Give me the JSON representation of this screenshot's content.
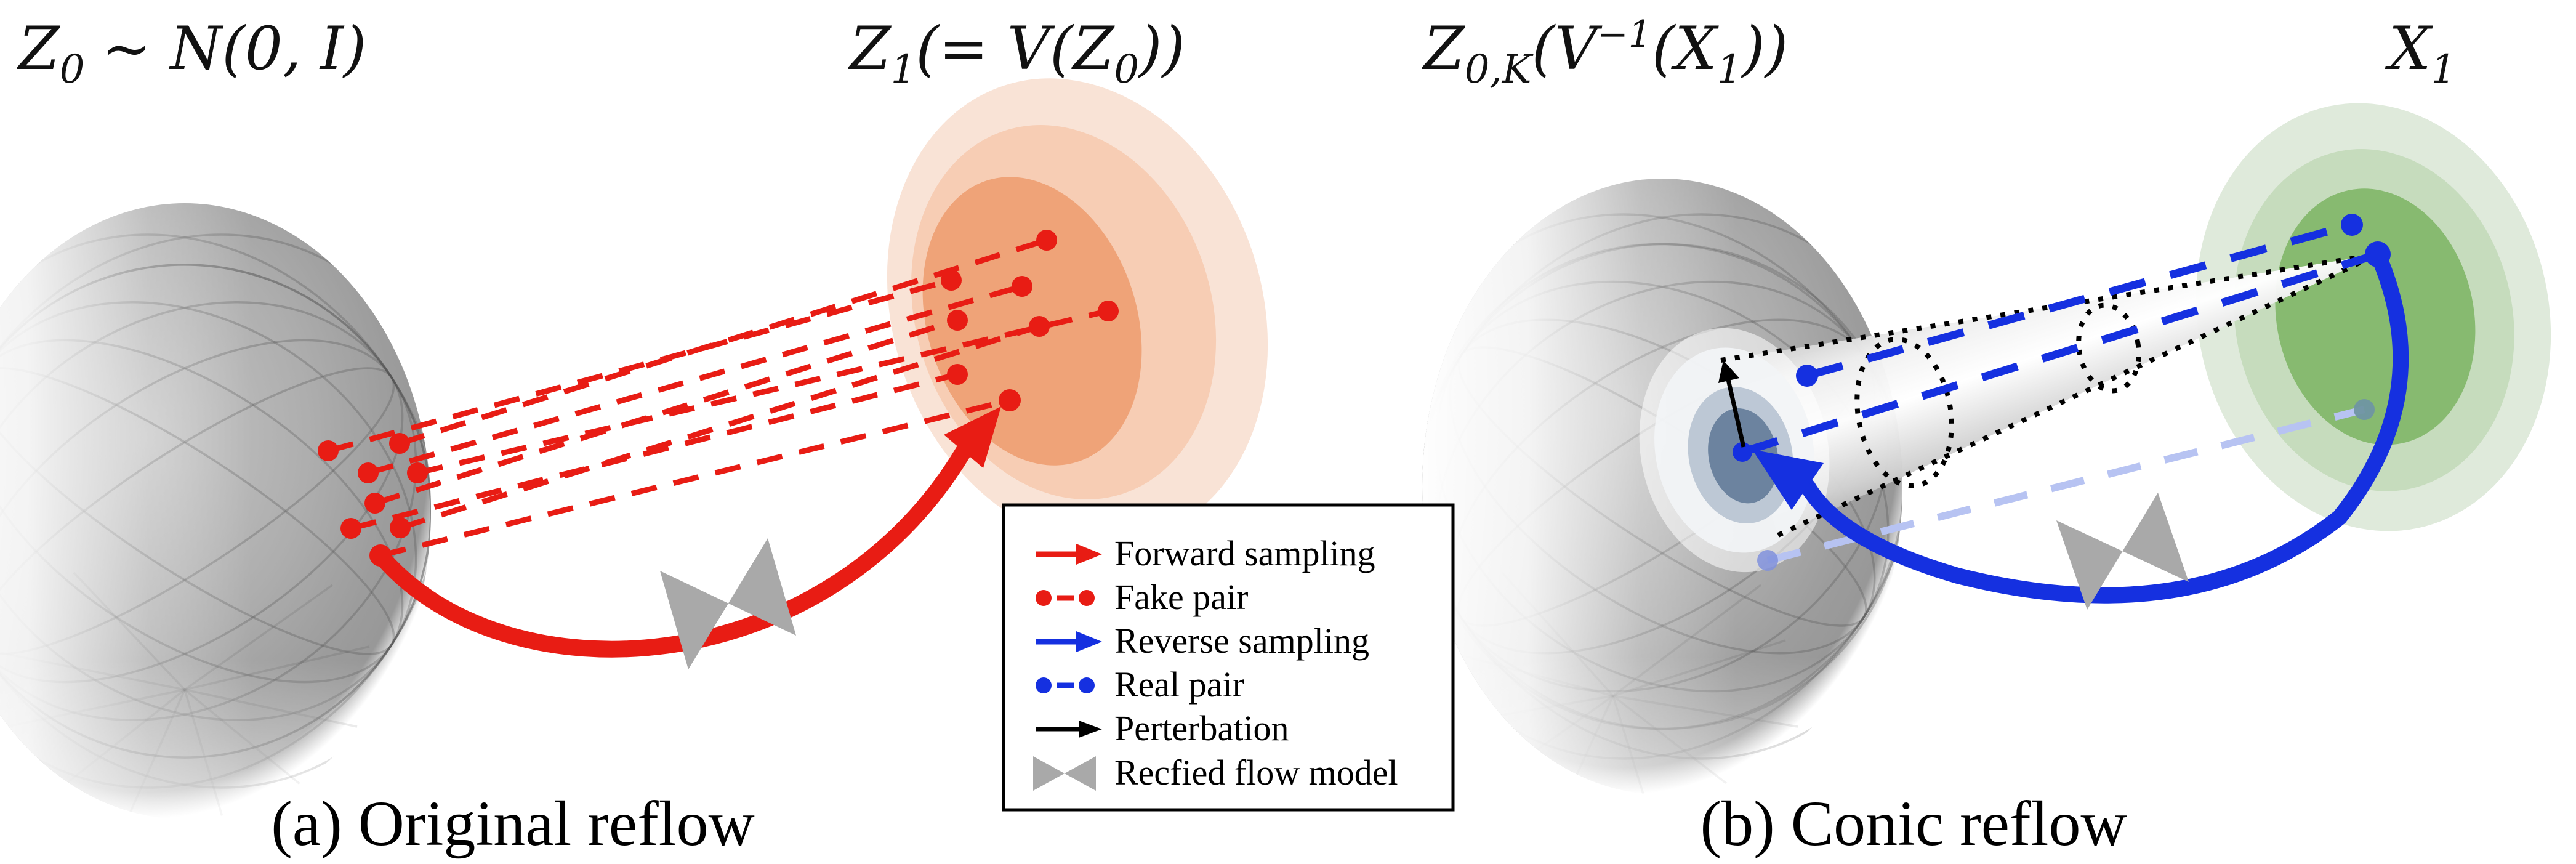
{
  "figure": {
    "panel_a": {
      "caption": "(a) Original reflow",
      "label_z0": {
        "base": "Z",
        "sub": "0",
        "rest": "∼ N(0, I)"
      },
      "label_z1": {
        "base": "Z",
        "sub": "1",
        "mid": "(= V(Z",
        "sub2": "0",
        "end": "))"
      }
    },
    "panel_b": {
      "caption": "(b) Conic reflow",
      "label_z0k": {
        "base": "Z",
        "sub": "0,K",
        "mid": "(V",
        "sup": "−1",
        "mid2": "(X",
        "sub2": "1",
        "end": "))"
      },
      "label_x1": {
        "base": "X",
        "sub": "1"
      }
    },
    "legend": {
      "items": [
        {
          "label": "Forward sampling",
          "symbol": "red-arrow"
        },
        {
          "label": "Fake pair",
          "symbol": "red-dot-dash-dot"
        },
        {
          "label": "Reverse sampling",
          "symbol": "blue-arrow"
        },
        {
          "label": "Real pair",
          "symbol": "blue-dot-dash-dot"
        },
        {
          "label": "Perterbation",
          "symbol": "black-arrow"
        },
        {
          "label": "Recfied flow model",
          "symbol": "gray-bowtie"
        }
      ]
    },
    "colors": {
      "forward_red": "#e81c14",
      "reverse_blue": "#1530e0",
      "faded_blue": "#b7c3f2",
      "perturbation_black": "#000000",
      "flow_model_gray": "#a9a9a9",
      "sphere_gray": "#a8a8a8",
      "orange_outer": "#f9e3d6",
      "orange_mid": "#f7cdb4",
      "orange_inner": "#efa378",
      "green_outer": "#dfeadb",
      "green_mid": "#c6dcbd",
      "green_inner": "#87ba70"
    }
  }
}
